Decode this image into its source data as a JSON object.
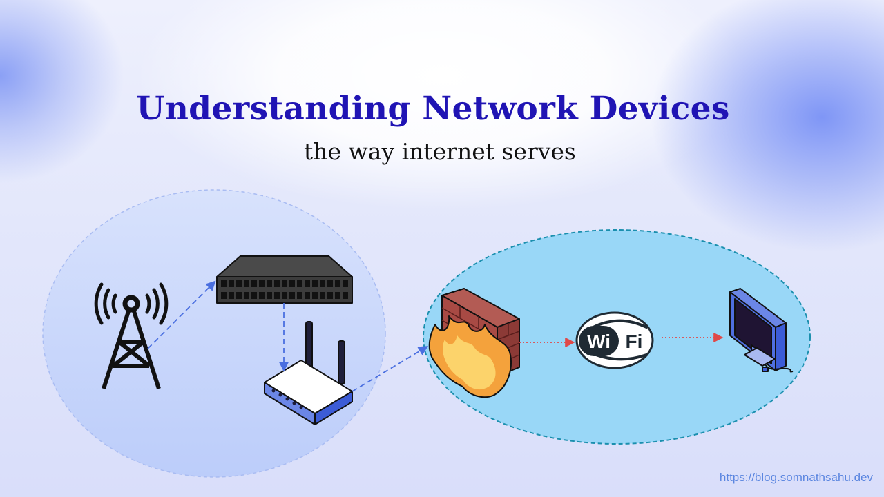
{
  "header": {
    "title": "Understanding Network Devices",
    "subtitle": "the way internet serves"
  },
  "devices": [
    {
      "name": "tower",
      "icon": "cell-tower-icon"
    },
    {
      "name": "switch",
      "icon": "network-switch-icon"
    },
    {
      "name": "router",
      "icon": "wireless-router-icon"
    },
    {
      "name": "firewall",
      "icon": "firewall-icon"
    },
    {
      "name": "wifi",
      "icon": "wifi-logo-icon"
    },
    {
      "name": "monitor",
      "icon": "monitor-icon"
    }
  ],
  "wifi_logo": {
    "left": "Wi",
    "right": "Fi"
  },
  "colors": {
    "title": "#2014b4",
    "left_zone": "#c7d5fb",
    "right_zone": "#99d7f7",
    "right_zone_border": "#1a8fae",
    "blue_arrow": "#4a6fe0",
    "red_arrow": "#e04848"
  },
  "footer": {
    "url": "https://blog.somnathsahu.dev"
  }
}
